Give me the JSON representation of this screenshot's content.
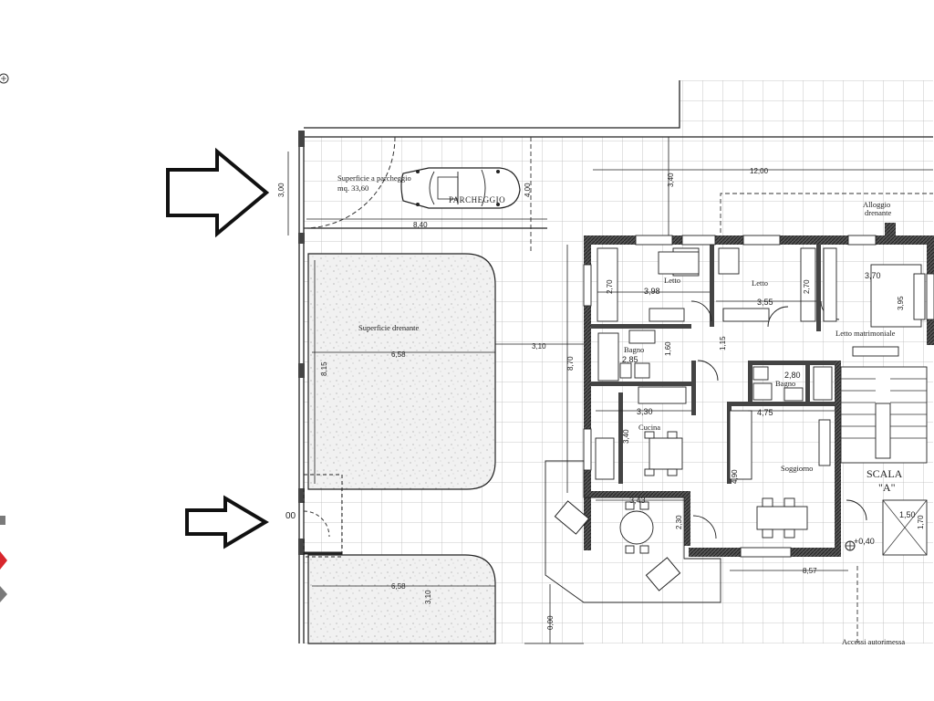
{
  "colors": {
    "wall": "#3a3a3a",
    "line": "#222222",
    "accent_red": "#d8262c",
    "accent_grey": "#7a7a7a",
    "speckle": "#ececec"
  },
  "labels": {
    "parking_area": "Superficie a parcheggio",
    "parking_area_size": "mq. 33,60",
    "parking": "PARCHEGGIO",
    "draining_area_1": "Superficie drenante",
    "bedroom_1": "Letto",
    "bedroom_2": "Letto",
    "master_bedroom": "Letto matrimoniale",
    "bathroom_1": "Bagno",
    "bathroom_2": "Bagno",
    "kitchen": "Cucina",
    "living_room": "Soggiorno",
    "stair": "SCALA",
    "stair_id": "\"A\"",
    "drain_lodging": "Alloggio",
    "drain_lodging_2": "drenante",
    "car_access": "Accessi autorimessa"
  },
  "dimensions": {
    "d_300": "3,00",
    "d_840": "8,40",
    "d_400": "4,00",
    "d_340_top": "3,40",
    "d_1200": "12,00",
    "d_658_a": "6,58",
    "d_815": "8,15",
    "d_310_mid": "3,10",
    "d_870": "8,70",
    "d_270_a": "2,70",
    "d_398": "3,98",
    "d_355": "3,55",
    "d_270_b": "2,70",
    "d_370": "3,70",
    "d_395": "3,95",
    "d_285": "2,85",
    "d_160": "1,60",
    "d_115": "1,15",
    "d_280": "2,80",
    "d_330": "3,30",
    "d_475": "4,75",
    "d_340_kit": "3,40",
    "d_343": "3,43",
    "d_490": "4,90",
    "d_230": "2,30",
    "d_150": "1,50",
    "d_170": "1,70",
    "d_040": "+0,40",
    "d_857": "8,57",
    "d_658_b": "6,58",
    "d_310_low": "3,10",
    "d_000": "0,00",
    "d_00_edge": "00"
  }
}
